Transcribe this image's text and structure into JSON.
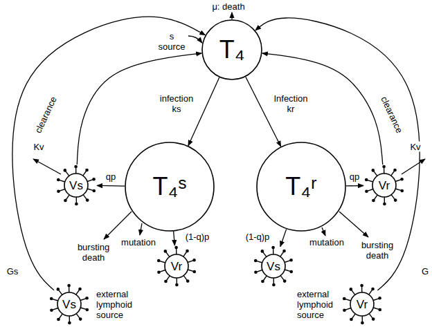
{
  "diagram": {
    "nodes": [
      {
        "text": [
          "T₄"
        ]
      },
      {
        "text": [
          "T₄ˢ"
        ]
      },
      {
        "text": [
          "T₄ʳ"
        ]
      },
      {
        "text": [
          "Vs"
        ]
      },
      {
        "text": [
          "Vr"
        ]
      },
      {
        "text": [
          "Vr"
        ]
      },
      {
        "text": [
          "Vs"
        ]
      },
      {
        "text": [
          "Vs"
        ]
      },
      {
        "text": [
          "Vr"
        ]
      }
    ],
    "edges": [
      {
        "from": 0,
        "to": 1,
        "label": "infection ks",
        "arrow": "to"
      },
      {
        "from": 0,
        "to": 2,
        "label": "Infection kr",
        "arrow": "to"
      },
      {
        "from": 1,
        "to": 3,
        "label": "qp",
        "arrow": "to"
      },
      {
        "from": 2,
        "to": 4,
        "label": "qp",
        "arrow": "to"
      },
      {
        "from": 1,
        "to": 5,
        "label": "(1-q)p",
        "arrow": "to"
      },
      {
        "from": 2,
        "to": 6,
        "label": "(1-q)p",
        "arrow": "to"
      },
      {
        "from": 3,
        "to": 0,
        "arrow": "to"
      },
      {
        "from": 4,
        "to": 0,
        "arrow": "to"
      },
      {
        "from": 7,
        "to": 0,
        "label": "Gs",
        "arrow": "to"
      },
      {
        "from": 8,
        "to": 0,
        "label": "G",
        "arrow": "to"
      }
    ],
    "labels": [
      "μ: death",
      "s source",
      "clearance",
      "Kv",
      "clearance",
      "Kv",
      "mutation",
      "bursting death",
      "mutation",
      "bursting death",
      "external lymphoid source",
      "external lymphoid source"
    ]
  }
}
